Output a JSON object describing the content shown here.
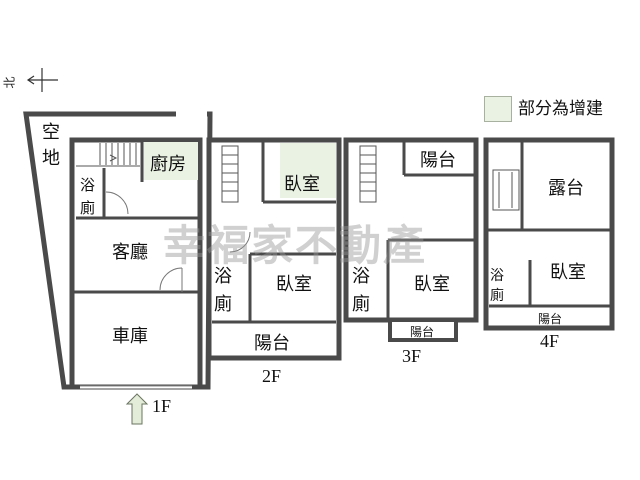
{
  "compass": {
    "north_label": "北"
  },
  "legend": {
    "label": "部分為增建",
    "swatch_color": "#eaf3e3"
  },
  "watermark": "幸福家不動產",
  "floors": {
    "f1": {
      "label": "1F",
      "rooms": {
        "yard": [
          "空",
          "地"
        ],
        "kitchen": "廚房",
        "bath": [
          "浴",
          "廁"
        ],
        "living": "客廳",
        "garage": "車庫"
      }
    },
    "f2": {
      "label": "2F",
      "rooms": {
        "bedroom_a": "臥室",
        "bedroom_b": "臥室",
        "bath": [
          "浴",
          "廁"
        ],
        "balcony": "陽台"
      }
    },
    "f3": {
      "label": "3F",
      "rooms": {
        "balcony_top": "陽台",
        "bedroom": "臥室",
        "bath": [
          "浴",
          "廁"
        ],
        "balcony_bottom": "陽台"
      }
    },
    "f4": {
      "label": "4F",
      "rooms": {
        "terrace": "露台",
        "bedroom": "臥室",
        "bath": [
          "浴",
          "廁"
        ],
        "balcony": "陽台"
      }
    }
  },
  "colors": {
    "wall": "#4a4a4a",
    "addition_fill": "#eaf3e3",
    "arrow_fill": "#e3ecd8",
    "arrow_stroke": "#6b7560"
  }
}
